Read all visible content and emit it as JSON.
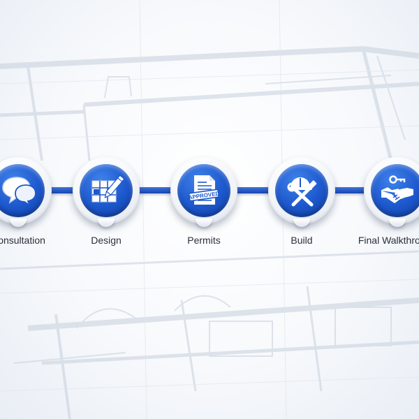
{
  "steps": [
    {
      "label": "Consultation",
      "icon": "speech-bubbles-icon"
    },
    {
      "label": "Design",
      "icon": "blueprint-pencil-icon"
    },
    {
      "label": "Permits",
      "icon": "approved-document-icon",
      "stamp_text": "APPROVED"
    },
    {
      "label": "Build",
      "icon": "hard-hat-hammer-wrench-icon"
    },
    {
      "label": "Final Walkthrough",
      "icon": "key-handshake-icon"
    }
  ],
  "colors": {
    "accent_blue": "#1c57cc",
    "connector_blue": "#2a5fd0",
    "label_text": "#2a2f3a"
  }
}
